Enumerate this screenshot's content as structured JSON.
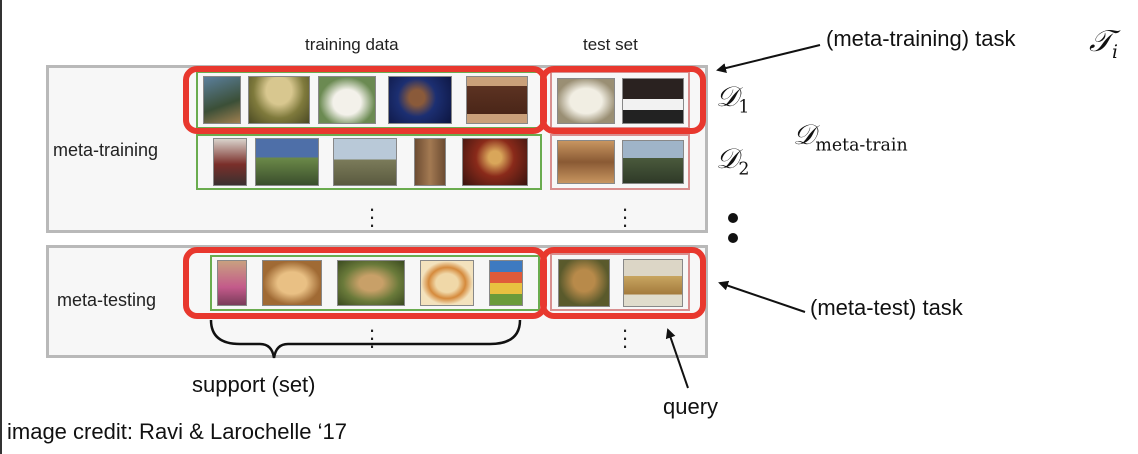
{
  "headers": {
    "training_data": "training data",
    "test_set": "test set"
  },
  "rows": {
    "meta_training": "meta-training",
    "meta_testing": "meta-testing"
  },
  "math": {
    "task": "𝒯",
    "task_sub": "i",
    "d1": "𝒟",
    "d1_sub": "1",
    "d2": "𝒟",
    "d2_sub": "2",
    "dmeta": "𝒟",
    "dmeta_sub": "meta-train"
  },
  "annotations": {
    "meta_training_task": "(meta-training) task",
    "meta_test_task": "(meta-test) task",
    "support": "support (set)",
    "query": "query",
    "credit": "image credit: Ravi & Larochelle ‘17"
  },
  "colors": {
    "highlight_red": "#e8382e",
    "train_green": "#6aac4f",
    "test_pink": "#d88f8f",
    "panel_gray": "#b9b9b9"
  }
}
